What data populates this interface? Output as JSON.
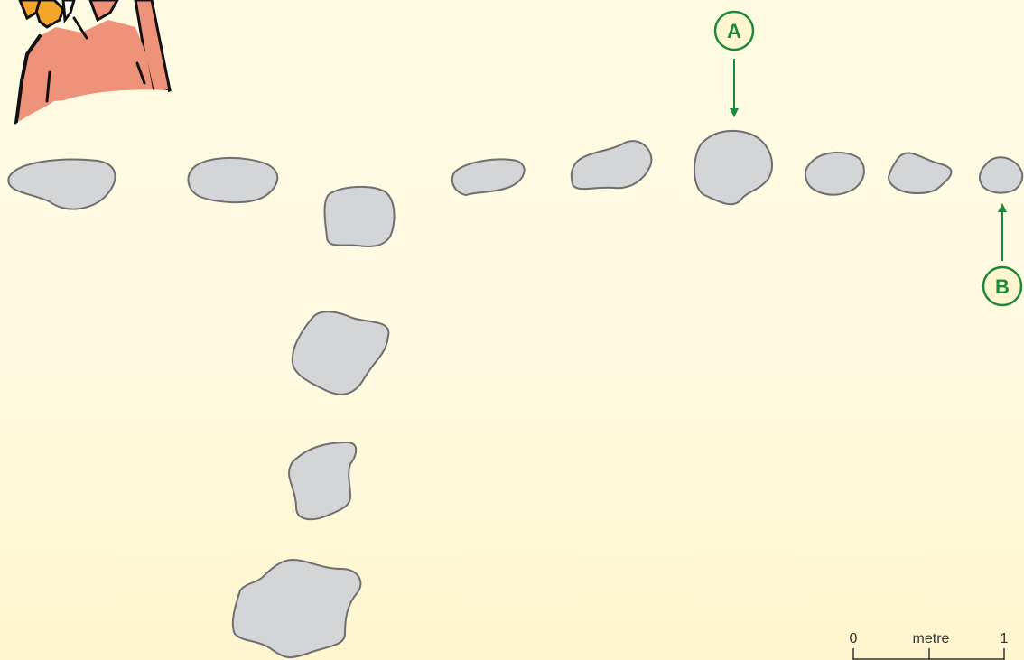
{
  "colors": {
    "background": "#fffbe3",
    "stone_fill": "#d4d5d7",
    "stone_stroke": "#6f6f6f",
    "marker_green": "#1b8a3c",
    "figure_skin": "#ef927a",
    "figure_hair": "#f4a52a"
  },
  "markers": {
    "a": "A",
    "b": "B"
  },
  "scale_bar": {
    "start": "0",
    "unit": "metre",
    "end": "1"
  },
  "decoration": {
    "corner_figure": "cartoon-person-partial"
  }
}
